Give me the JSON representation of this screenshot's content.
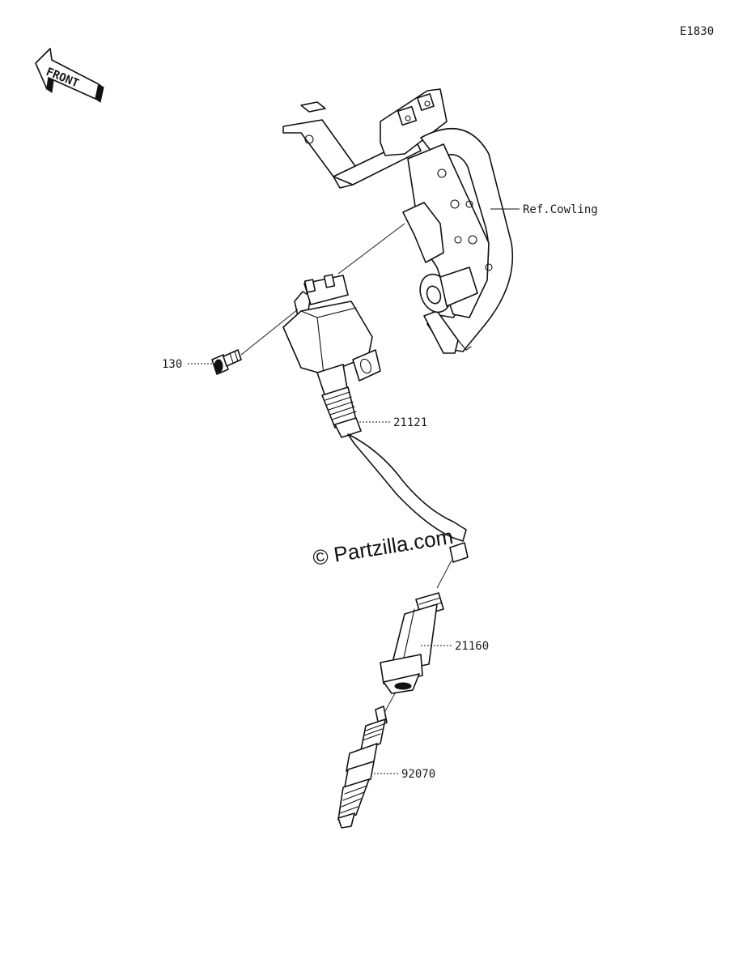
{
  "diagram": {
    "code": "E1830",
    "front_marker": "FRONT",
    "watermark": "© Partzilla.com",
    "callouts": [
      {
        "id": "ref-cowling",
        "label": "Ref.Cowling"
      },
      {
        "id": "bolt",
        "label": "130"
      },
      {
        "id": "ignition-coil",
        "label": "21121"
      },
      {
        "id": "plug-cap",
        "label": "21160"
      },
      {
        "id": "spark-plug",
        "label": "92070"
      }
    ]
  }
}
